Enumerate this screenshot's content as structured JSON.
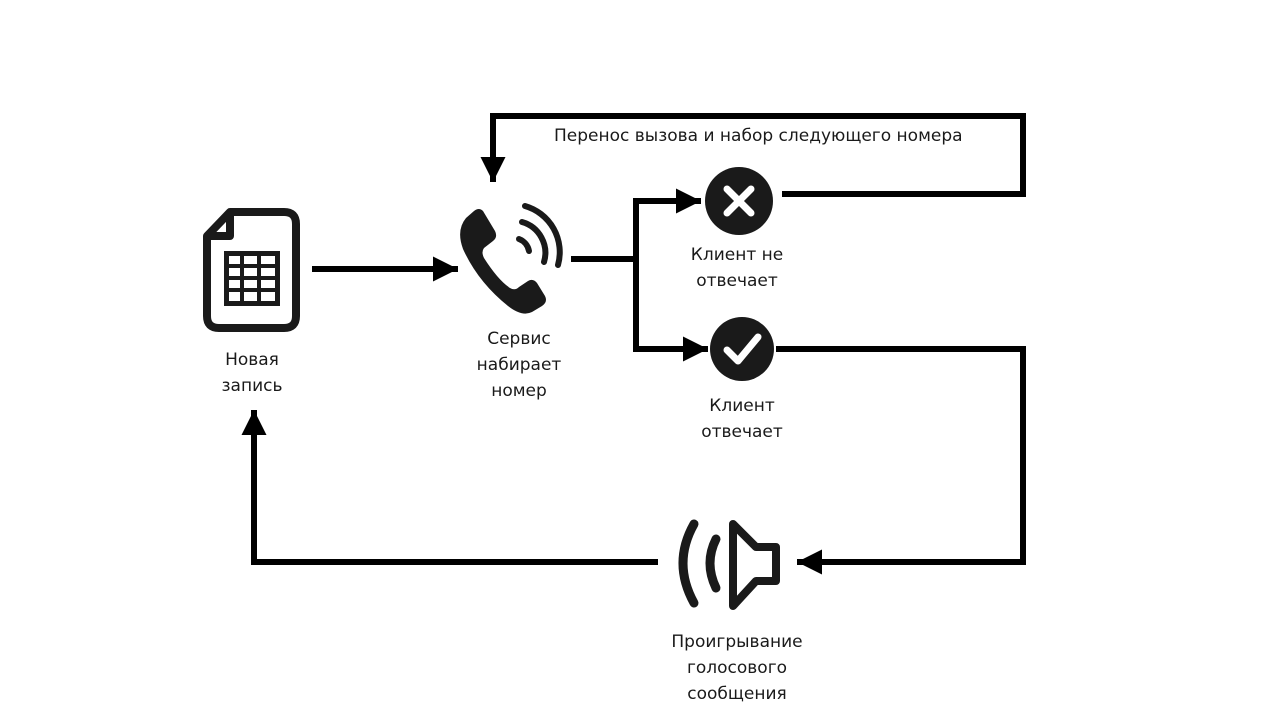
{
  "nodes": {
    "new_record": {
      "lines": [
        "Новая",
        "запись"
      ],
      "icon": "spreadsheet-file-icon"
    },
    "service_dials": {
      "lines": [
        "Сервис",
        "набирает",
        "номер"
      ],
      "icon": "phone-ringing-icon"
    },
    "no_answer": {
      "lines": [
        "Клиент не",
        "отвечает"
      ],
      "icon": "x-circle-icon"
    },
    "answers": {
      "lines": [
        "Клиент",
        "отвечает"
      ],
      "icon": "check-circle-icon"
    },
    "play_voice": {
      "lines": [
        "Проигрывание",
        "голосового",
        "сообщения"
      ],
      "icon": "speaker-icon"
    }
  },
  "edges": {
    "redial_label": "Перенос вызова и набор следующего номера"
  },
  "colors": {
    "stroke": "#000000",
    "icon": "#1a1a1a",
    "background": "#ffffff"
  }
}
